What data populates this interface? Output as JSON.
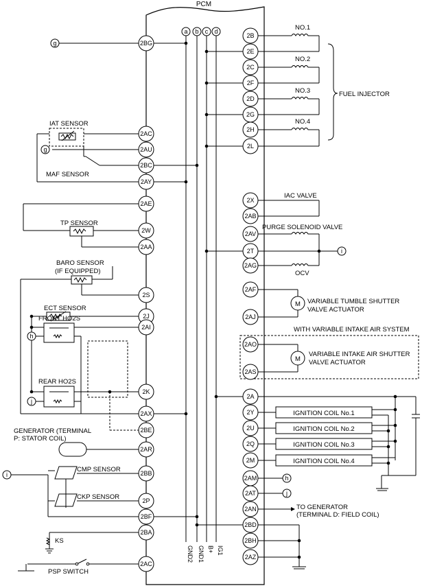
{
  "pcm_title": "PCM",
  "bus_letters": [
    "a",
    "b",
    "c",
    "d"
  ],
  "bus_names": [
    "GND2",
    "GND1",
    "B+",
    "IG1"
  ],
  "left_pins": [
    "2BG",
    "2AC",
    "2AU",
    "2BC",
    "2AY",
    "2AE",
    "2W",
    "2AA",
    "2S",
    "2J",
    "2AI",
    "2K",
    "2AX",
    "2BE",
    "2AR",
    "2BB",
    "2P",
    "2BF",
    "2BA",
    "2AC"
  ],
  "right_pins": [
    "2B",
    "2E",
    "2C",
    "2F",
    "2D",
    "2G",
    "2H",
    "2L",
    "2X",
    "2AB",
    "2AV",
    "2T",
    "2AG",
    "2AF",
    "2AJ",
    "2AO",
    "2AS",
    "2A",
    "2Y",
    "2U",
    "2Q",
    "2M",
    "2AM",
    "2AT",
    "2AN",
    "2BD",
    "2BH",
    "2AZ"
  ],
  "connectors": {
    "g": "g",
    "h": "h",
    "i": "i",
    "j": "j"
  },
  "labels": {
    "iat_sensor": "IAT SENSOR",
    "maf_sensor": "MAF SENSOR",
    "tp_sensor": "TP SENSOR",
    "baro_sensor": "BARO SENSOR",
    "baro_note": "(IF EQUIPPED)",
    "ect_sensor": "ECT SENSOR",
    "front_ho2s": "FRONT HO2S",
    "rear_ho2s": "REAR HO2S",
    "generator_1": "GENERATOR (TERMINAL",
    "generator_2": "P: STATOR COIL)",
    "cmp_sensor": "CMP SENSOR",
    "ckp_sensor": "CKP SENSOR",
    "ks": "KS",
    "psp_switch": "PSP SWITCH",
    "no1": "NO.1",
    "no2": "NO.2",
    "no3": "NO.3",
    "no4": "NO.4",
    "fuel_injector": "FUEL INJECTOR",
    "iac_valve": "IAC VALVE",
    "purge_valve": "PURGE SOLENOID VALVE",
    "ocv": "OCV",
    "vts_1": "VARIABLE TUMBLE SHUTTER",
    "vts_2": "VALVE ACTUATOR",
    "vias_header": "WITH VARIABLE INTAKE AIR SYSTEM",
    "vias_1": "VARIABLE INTAKE AIR SHUTTER",
    "vias_2": "VALVE ACTUATOR",
    "motor_symbol": "M",
    "to_generator_1": "TO GENERATOR",
    "to_generator_2": "(TERMINAL D: FIELD COIL)"
  },
  "ignition_coils": [
    "IGNITION COIL No.1",
    "IGNITION COIL No.2",
    "IGNITION COIL No.3",
    "IGNITION COIL No.4"
  ]
}
